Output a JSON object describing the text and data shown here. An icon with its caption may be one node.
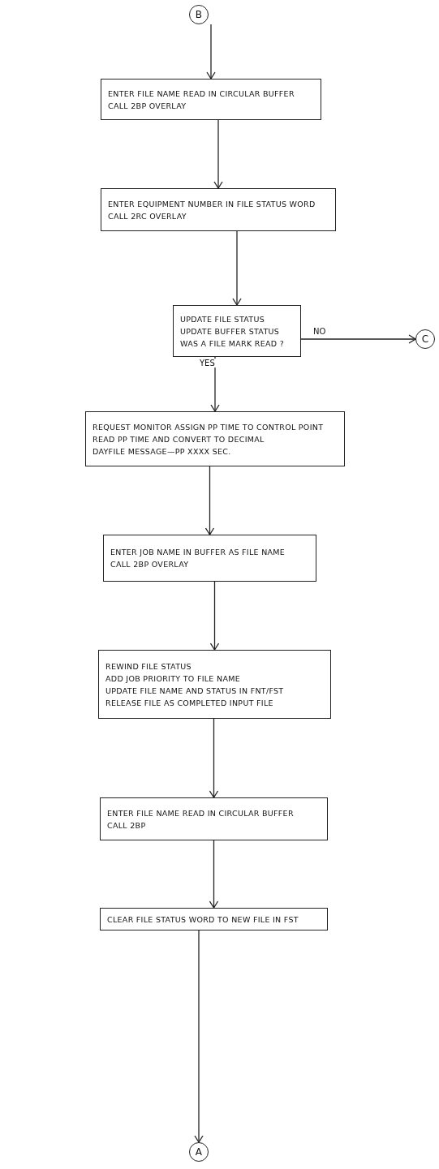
{
  "diagram": {
    "nodes": [
      {
        "text": [
          "B"
        ]
      },
      {
        "text": [
          "ENTER FILE NAME READ IN CIRCULAR BUFFER",
          "CALL 2BP OVERLAY"
        ]
      },
      {
        "text": [
          "ENTER EQUIPMENT NUMBER IN FILE STATUS WORD",
          "CALL 2RC OVERLAY"
        ]
      },
      {
        "text": [
          "UPDATE FILE STATUS",
          "UPDATE BUFFER STATUS",
          "WAS A FILE MARK READ ?"
        ]
      },
      {
        "text": [
          "C"
        ]
      },
      {
        "text": [
          "REQUEST MONITOR ASSIGN PP TIME TO CONTROL POINT",
          "READ PP TIME AND CONVERT TO DECIMAL",
          "DAYFILE MESSAGE—PP XXXX SEC."
        ]
      },
      {
        "text": [
          "ENTER JOB NAME IN BUFFER AS FILE NAME",
          "CALL 2BP OVERLAY"
        ]
      },
      {
        "text": [
          "REWIND FILE STATUS",
          "ADD JOB PRIORITY TO FILE NAME",
          "UPDATE FILE NAME AND STATUS IN FNT/FST",
          "RELEASE FILE AS COMPLETED INPUT FILE"
        ]
      },
      {
        "text": [
          "ENTER FILE NAME READ IN CIRCULAR BUFFER",
          "CALL 2BP"
        ]
      },
      {
        "text": [
          "CLEAR FILE STATUS WORD TO NEW FILE IN FST"
        ]
      },
      {
        "text": [
          "A"
        ]
      }
    ],
    "edges": [
      {
        "from": 0,
        "to": 1,
        "arrow": "to"
      },
      {
        "from": 1,
        "to": 2,
        "arrow": "to"
      },
      {
        "from": 2,
        "to": 3,
        "arrow": "to"
      },
      {
        "from": 3,
        "to": 4,
        "arrow": "to",
        "label": "NO"
      },
      {
        "from": 3,
        "to": 5,
        "arrow": "to",
        "label": "YES"
      },
      {
        "from": 5,
        "to": 6,
        "arrow": "to"
      },
      {
        "from": 6,
        "to": 7,
        "arrow": "to"
      },
      {
        "from": 7,
        "to": 8,
        "arrow": "to"
      },
      {
        "from": 8,
        "to": 9,
        "arrow": "to"
      },
      {
        "from": 9,
        "to": 10,
        "arrow": "to"
      }
    ]
  }
}
